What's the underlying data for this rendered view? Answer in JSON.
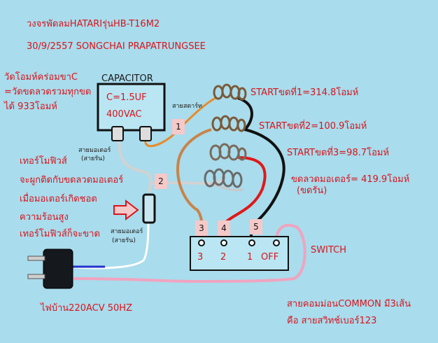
{
  "header": {
    "title": "วงจรพัดลมHATARIรุ่นHB-T16M2",
    "byline": "30/9/2557 SONGCHAI PRAPATRUNGSEE"
  },
  "note_capacitor_measure": {
    "line1": "วัดโอมห์คร่อมขาC",
    "line2": "=วัดขดลวดรวมทุกขด",
    "line3": "ได้   933โอมห์"
  },
  "capacitor": {
    "title": "CAPACITOR",
    "capacity": "C=1.5UF",
    "voltage": "400VAC"
  },
  "start_wire_label": "สายสตาร์ท",
  "motor_wire_label_top": {
    "line1": "สายมอเตอร์",
    "line2": "(สายรัน)"
  },
  "motor_wire_label_bottom": {
    "line1": "สายมอเตอร์",
    "line2": "(สายรัน)"
  },
  "thermal_fuse_note": {
    "line1": "เทอร์โมฟิวส์",
    "line2": "จะผูกติดกับขดลวดมอเตอร์",
    "line3": "เมื่อมอเตอร์เกิดชอต",
    "line4": "ความร้อนสูง",
    "line5": "เทอร์โมฟิวส์ก็จะขาด"
  },
  "coils": {
    "start1": "STARTขดที่1=314.8โอมห์",
    "start2": "STARTขดที่2=100.9โอมห์",
    "start3": "STARTขดที่3=98.7โอมห์",
    "run_line1": "ขดลวดมอเตอร์= 419.9โอมห์",
    "run_line2": "(ขดรัน)"
  },
  "tags": [
    "1",
    "2",
    "3",
    "4",
    "5"
  ],
  "switch": {
    "title": "SWITCH",
    "positions": [
      "3",
      "2",
      "1",
      "OFF"
    ]
  },
  "power_label": "ไฟบ้าน220ACV 50HZ",
  "common_note": {
    "line1": "สายคอมม่อนCOMMON   มี3เส้น",
    "line2": "คือ   สายสวิทช์เบอร์123"
  },
  "colors": {
    "background": "#a9dcec",
    "label_red": "#d8141c",
    "wire_orange": "#e88a2a",
    "wire_brown": "#c8844a",
    "wire_gray": "#d2d2d2",
    "wire_white": "#ffffff",
    "wire_pink": "#f0a4c0",
    "wire_red": "#e01818",
    "wire_black": "#111111",
    "wire_blue": "#2233cc",
    "tag_fill": "#f6c9c9"
  },
  "icons": {
    "capacitor": "capacitor-icon",
    "coil": "coil-icon",
    "thermal_fuse": "thermal-fuse-icon",
    "arrow": "right-arrow-icon",
    "plug": "power-plug-icon",
    "switch": "rotary-switch-icon"
  }
}
